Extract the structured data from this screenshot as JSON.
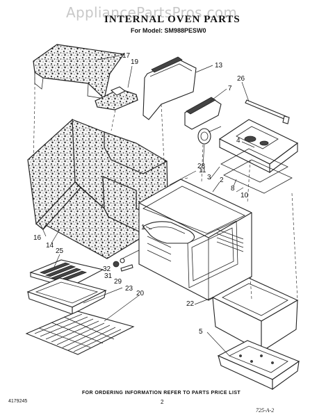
{
  "watermark": "AppliancePartsPros.com",
  "title": "INTERNAL OVEN PARTS",
  "subtitle": "For Model: SM988PESW0",
  "footer": {
    "ordering_note": "FOR ORDERING INFORMATION REFER TO PARTS PRICE LIST",
    "doc_number": "4179245",
    "page_number": "2",
    "handwritten_note": "725-A-2"
  },
  "callouts": {
    "p17": "17",
    "p19": "19",
    "p13": "13",
    "p7": "7",
    "p26": "26",
    "p4": "4",
    "p28": "28",
    "p11": "11",
    "p3": "3",
    "p2": "2",
    "p8": "8",
    "p10": "10",
    "p1": "1",
    "p16": "16",
    "p14": "14",
    "p25": "25",
    "p32": "32",
    "p31": "31",
    "p29": "29",
    "p23": "23",
    "p20": "20",
    "p22": "22",
    "p5": "5"
  }
}
